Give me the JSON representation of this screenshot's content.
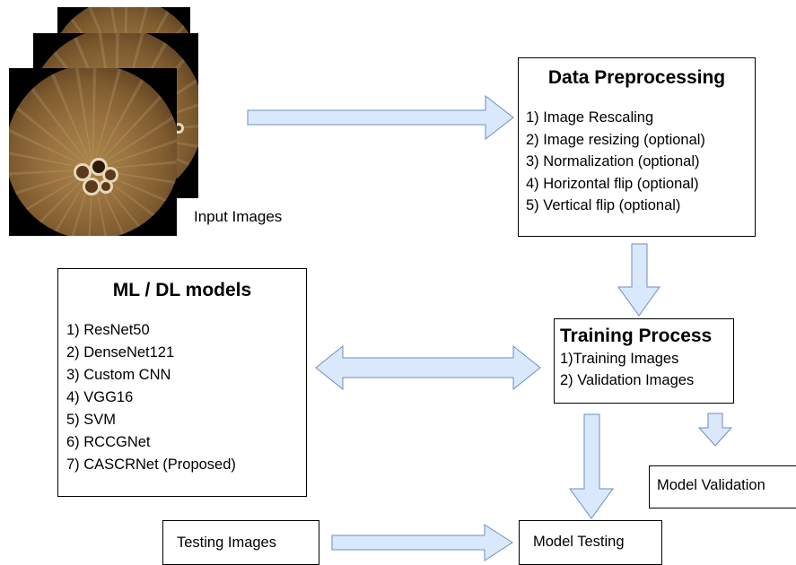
{
  "colors": {
    "arrow_fill": "#dae8fc",
    "arrow_stroke": "#6c8ebf",
    "box_border": "#000000",
    "image_mucosa": "#9a7340"
  },
  "input": {
    "label": "Input Images"
  },
  "preprocessing": {
    "title": "Data Preprocessing",
    "steps": [
      "1) Image Rescaling",
      "2) Image resizing (optional)",
      "3) Normalization (optional)",
      "4) Horizontal flip (optional)",
      "5) Vertical flip (optional)"
    ]
  },
  "models": {
    "title": "ML / DL models",
    "items": [
      "1) ResNet50",
      "2) DenseNet121",
      "3) Custom CNN",
      "4) VGG16",
      "5) SVM",
      "6) RCCGNet",
      "7) CASCRNet (Proposed)"
    ]
  },
  "training": {
    "title": "Training Process",
    "items": [
      "1)Training Images",
      "2) Validation Images"
    ]
  },
  "validation": {
    "label": "Model Validation"
  },
  "testing_images": {
    "label": "Testing Images"
  },
  "model_testing": {
    "label": "Model Testing"
  }
}
